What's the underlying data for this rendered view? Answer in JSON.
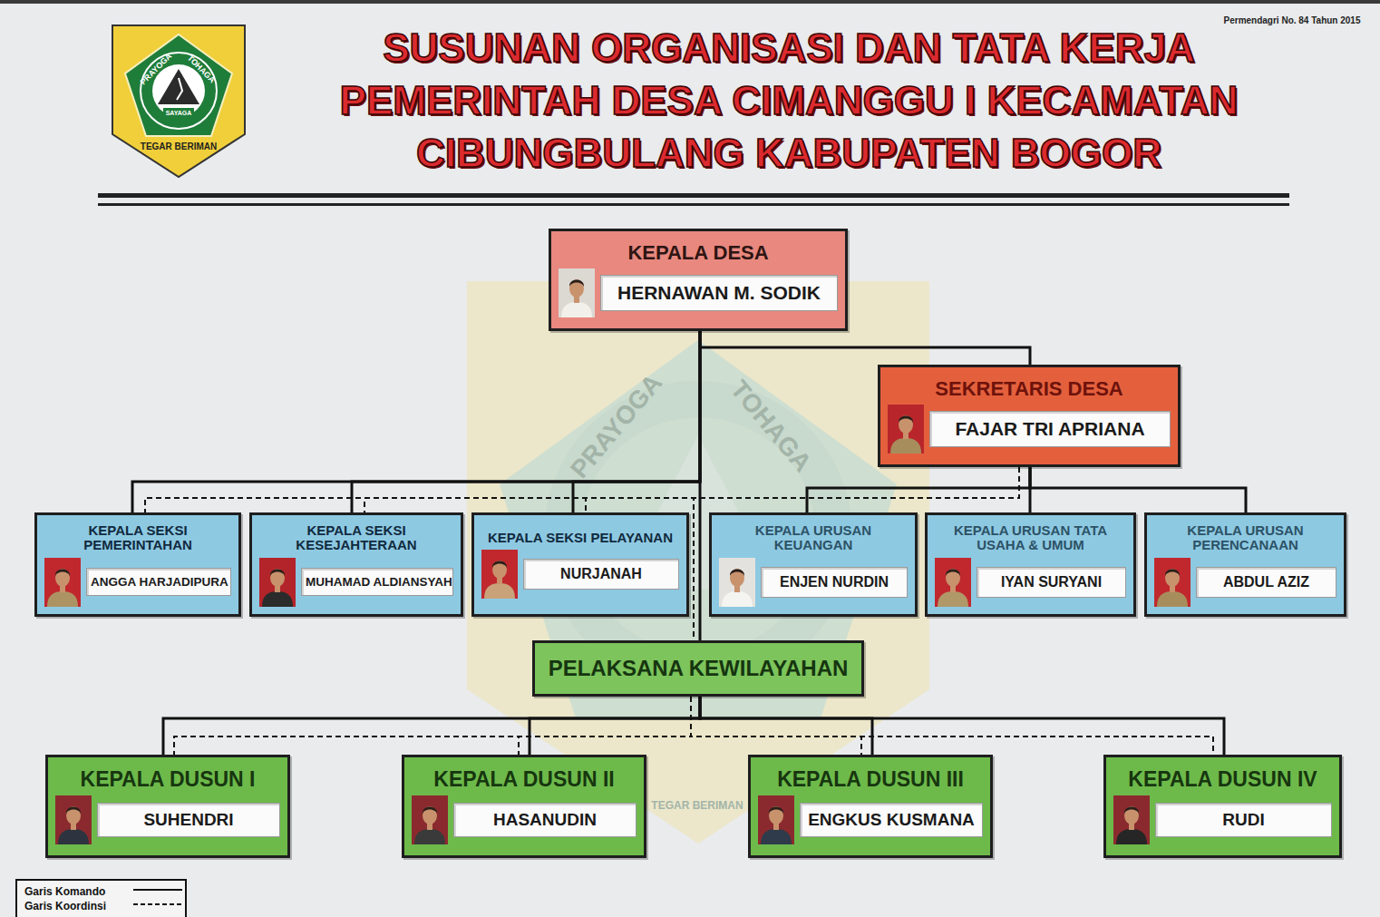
{
  "diagram": {
    "title": "SUSUNAN ORGANISASI DAN TATA KERJA PEMERINTAH DESA CIMANGGU I KECAMATAN CIBUNGBULANG KABUPATEN BOGOR",
    "nodes": [
      {
        "text": [
          "KEPALA DESA",
          "HERNAWAN M. SODIK"
        ]
      },
      {
        "text": [
          "SEKRETARIS DESA",
          "FAJAR TRI APRIANA"
        ]
      },
      {
        "text": [
          "KEPALA SEKSI PEMERINTAHAN",
          "ANGGA HARJADIPURA"
        ]
      },
      {
        "text": [
          "KEPALA SEKSI KESEJAHTERAAN",
          "MUHAMAD ALDIANSYAH"
        ]
      },
      {
        "text": [
          "KEPALA SEKSI PELAYANAN",
          "NURJANAH"
        ]
      },
      {
        "text": [
          "KEPALA URUSAN KEUANGAN",
          "ENJEN NURDIN"
        ]
      },
      {
        "text": [
          "KEPALA URUSAN TATA USAHA & UMUM",
          "IYAN SURYANI"
        ]
      },
      {
        "text": [
          "KEPALA URUSAN PERENCANAAN",
          "ABDUL AZIZ"
        ]
      },
      {
        "text": [
          "PELAKSANA KEWILAYAHAN"
        ]
      },
      {
        "text": [
          "KEPALA DUSUN I",
          "SUHENDRI"
        ]
      },
      {
        "text": [
          "KEPALA DUSUN II",
          "HASANUDIN"
        ]
      },
      {
        "text": [
          "KEPALA DUSUN III",
          "ENGKUS KUSMANA"
        ]
      },
      {
        "text": [
          "KEPALA DUSUN IV",
          "RUDI"
        ]
      }
    ],
    "edges": [
      {
        "from": 0,
        "to": 1,
        "arrow": "none"
      },
      {
        "from": 0,
        "to": 2,
        "arrow": "none"
      },
      {
        "from": 0,
        "to": 3,
        "arrow": "none"
      },
      {
        "from": 0,
        "to": 4,
        "arrow": "none"
      },
      {
        "from": 1,
        "to": 5,
        "arrow": "none"
      },
      {
        "from": 1,
        "to": 6,
        "arrow": "none"
      },
      {
        "from": 1,
        "to": 7,
        "arrow": "none"
      },
      {
        "from": 0,
        "to": 8,
        "arrow": "none"
      },
      {
        "from": 8,
        "to": 9,
        "arrow": "none"
      },
      {
        "from": 8,
        "to": 10,
        "arrow": "none"
      },
      {
        "from": 8,
        "to": 11,
        "arrow": "none"
      },
      {
        "from": 8,
        "to": 12,
        "arrow": "none"
      },
      {
        "from": 1,
        "to": 2,
        "arrow": "none"
      },
      {
        "from": 1,
        "to": 3,
        "arrow": "none"
      },
      {
        "from": 1,
        "to": 4,
        "arrow": "none"
      },
      {
        "from": 1,
        "to": 8,
        "arrow": "none"
      },
      {
        "from": 8,
        "to": 9,
        "arrow": "none"
      },
      {
        "from": 8,
        "to": 10,
        "arrow": "none"
      },
      {
        "from": 8,
        "to": 11,
        "arrow": "none"
      },
      {
        "from": 8,
        "to": 12,
        "arrow": "none"
      }
    ],
    "labels": [
      "Permendagri No. 84 Tahun 2015",
      "PRAYOGA",
      "TOHAGA",
      "SAYAGA",
      "TEGAR BERIMAN",
      "PRAYOGA",
      "TOHAGA",
      "TEGAR BERIMAN"
    ],
    "legend": [
      {
        "text": "Garis Komando"
      },
      {
        "text": "Garis Koordinsi"
      }
    ]
  }
}
